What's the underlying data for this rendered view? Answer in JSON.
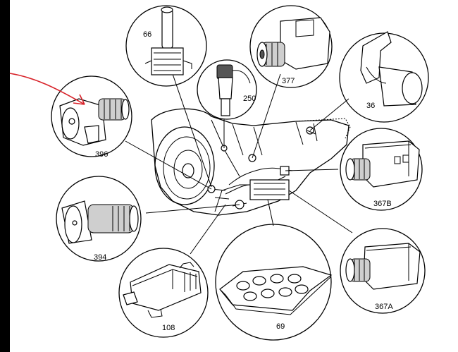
{
  "diagram": {
    "callouts": [
      {
        "id": "c66",
        "label": "66"
      },
      {
        "id": "c250",
        "label": "250"
      },
      {
        "id": "c377",
        "label": "377"
      },
      {
        "id": "c36",
        "label": "36"
      },
      {
        "id": "c396",
        "label": "396"
      },
      {
        "id": "c367B",
        "label": "367B"
      },
      {
        "id": "c394",
        "label": "394"
      },
      {
        "id": "c108",
        "label": "108"
      },
      {
        "id": "c69",
        "label": "69"
      },
      {
        "id": "c367A",
        "label": "367A"
      }
    ],
    "annotation": {
      "color": "#d8232a"
    }
  }
}
